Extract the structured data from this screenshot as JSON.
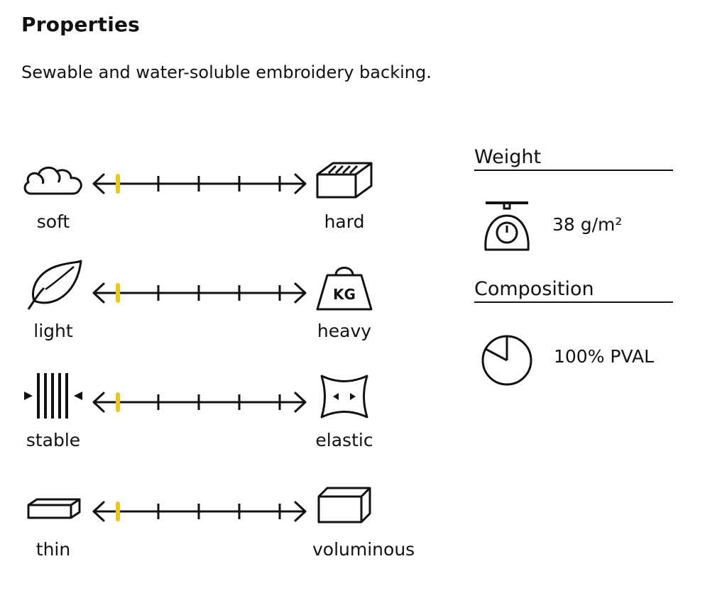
{
  "header": {
    "title": "Properties",
    "description": "Sewable and water-soluble embroidery backing."
  },
  "scales": [
    {
      "left_label": "soft",
      "right_label": "hard",
      "left_icon": "cloud-icon",
      "right_icon": "brick-icon",
      "level": 0
    },
    {
      "left_label": "light",
      "right_label": "heavy",
      "left_icon": "feather-icon",
      "right_icon": "kg-weight-icon",
      "level": 0
    },
    {
      "left_label": "stable",
      "right_label": "elastic",
      "left_icon": "compressed-lines-icon",
      "right_icon": "stretch-icon",
      "level": 0
    },
    {
      "left_label": "thin",
      "right_label": "voluminous",
      "left_icon": "thin-slab-icon",
      "right_icon": "box-icon",
      "level": 0
    }
  ],
  "scale_steps": 5,
  "marker_color": "#e8c81a",
  "weight": {
    "heading": "Weight",
    "value": "38 g/m²",
    "icon": "kitchen-scale-icon"
  },
  "composition": {
    "heading": "Composition",
    "value": "100% PVAL",
    "icon": "pie-chart-icon"
  },
  "kg_text": "KG"
}
